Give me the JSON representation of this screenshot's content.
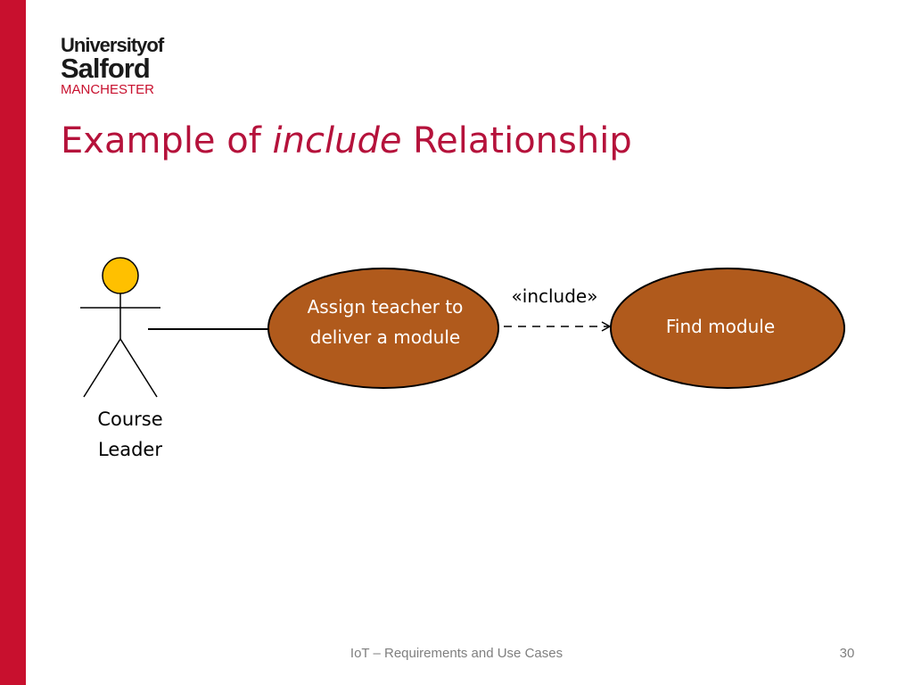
{
  "logo": {
    "line1": "Universityof",
    "line2": "Salford",
    "line3": "MANCHESTER"
  },
  "title": {
    "prefix": "Example of ",
    "emphasis": "include",
    "suffix": " Relationship"
  },
  "diagram": {
    "actor": {
      "label_line1": "Course",
      "label_line2": "Leader",
      "head_color": "#ffc000"
    },
    "use_cases": [
      {
        "label_line1": "Assign teacher to",
        "label_line2": "deliver a module"
      },
      {
        "label_line1": "Find module",
        "label_line2": ""
      }
    ],
    "relationship_label": "«include»",
    "use_case_fill": "#b05a1c"
  },
  "footer": {
    "text": "IoT – Requirements and Use Cases",
    "page": "30"
  },
  "colors": {
    "brand_red": "#c8102e",
    "title": "#b5123b"
  }
}
